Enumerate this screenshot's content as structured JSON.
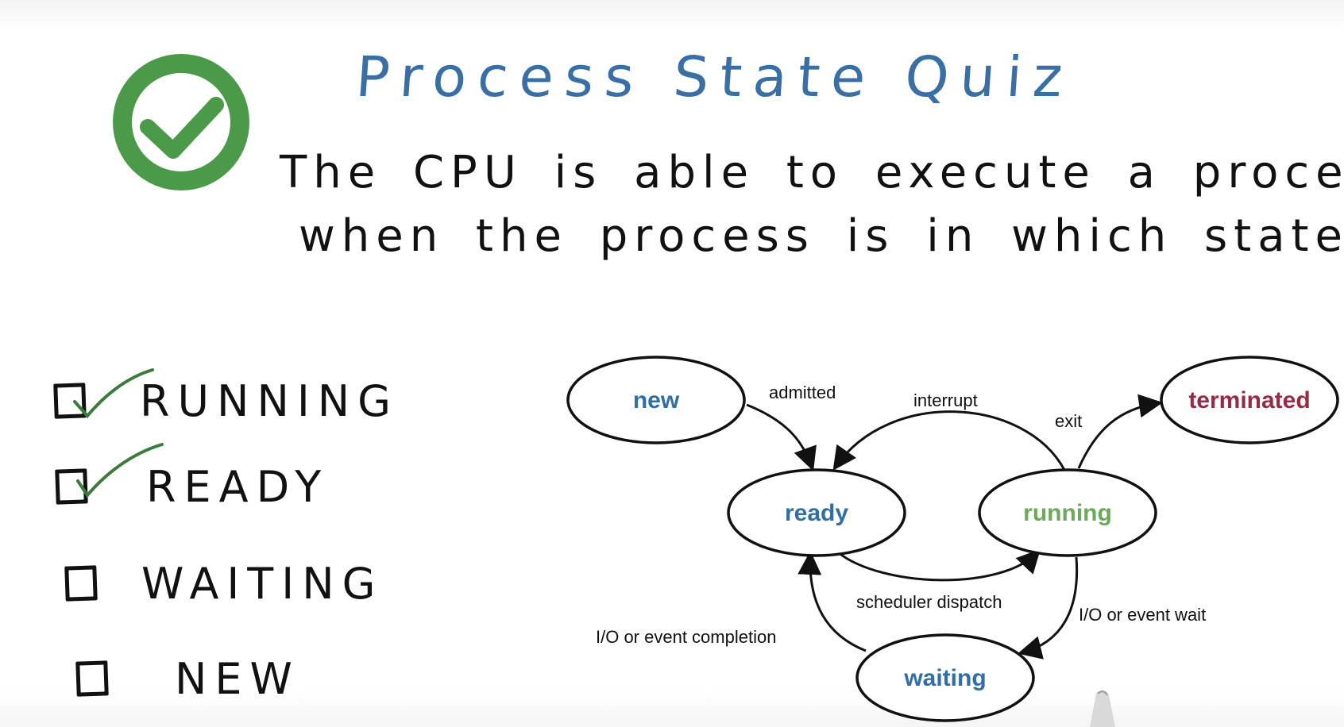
{
  "title": "Process State Quiz",
  "question": {
    "line1": "The CPU is able to execute a process",
    "line2": "when the process is in which state(s) ?"
  },
  "options": [
    {
      "label": "RUNNING",
      "checked": true
    },
    {
      "label": "READY",
      "checked": true
    },
    {
      "label": "WAITING",
      "checked": false
    },
    {
      "label": "NEW",
      "checked": false
    }
  ],
  "diagram": {
    "states": {
      "new": "new",
      "ready": "ready",
      "running": "running",
      "waiting": "waiting",
      "terminated": "terminated"
    },
    "transitions": {
      "admitted": "admitted",
      "interrupt": "interrupt",
      "exit": "exit",
      "scheduler_dispatch": "scheduler dispatch",
      "io_wait": "I/O or event wait",
      "io_completion": "I/O or event completion"
    }
  },
  "colors": {
    "check_green": "#4a9a4a",
    "title_blue": "#3a6fa6",
    "state_blue": "#2f6ea8",
    "running_green": "#6aaa5a",
    "terminated_red": "#9a2a44",
    "tick_green": "#3d7a3d"
  },
  "icons": {
    "badge": "check-circle-icon",
    "pen": "pen-tip-icon"
  }
}
